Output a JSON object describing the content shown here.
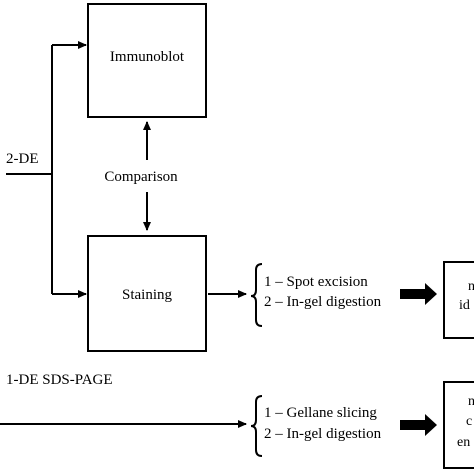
{
  "diagram": {
    "input_2de": "2-DE",
    "immunoblot": "Immunoblot",
    "comparison": "Comparison",
    "staining": "Staining",
    "branch1_step1": "1 – Spot excision",
    "branch1_step2": "2 – In-gel digestion",
    "branch1_result": [
      "n",
      "id"
    ],
    "input_1de": "1-DE SDS-PAGE",
    "branch2_step1": "1 – Gellane slicing",
    "branch2_step2": "2 – In-gel digestion",
    "branch2_result": [
      "n",
      "c",
      "en"
    ]
  }
}
